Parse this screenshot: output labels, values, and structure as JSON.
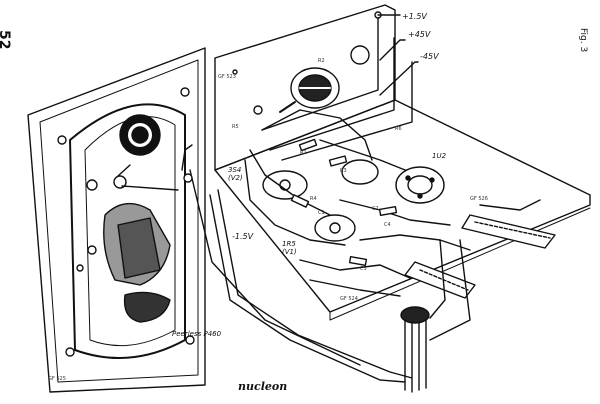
{
  "page_number": "52",
  "figure_label": "Fig. 3",
  "supply_labels": {
    "plus_1_5v": "+1.5V",
    "plus_45v": "+45V",
    "minus_45v": "-45V",
    "minus_1_5v": "-1.5V"
  },
  "tube_labels": {
    "tube_1": "3S4\n(V2)",
    "tube_2": "1R5\n(V1)",
    "tube_3": "1U2"
  },
  "component_labels": [
    "R2",
    "R5",
    "R1",
    "C1",
    "C2",
    "R3",
    "R4",
    "C3",
    "C4"
  ],
  "speaker_model": "Peerless P460",
  "brand": "nucleon",
  "colors": {
    "ink": "#111111",
    "paper": "#ffffff"
  }
}
